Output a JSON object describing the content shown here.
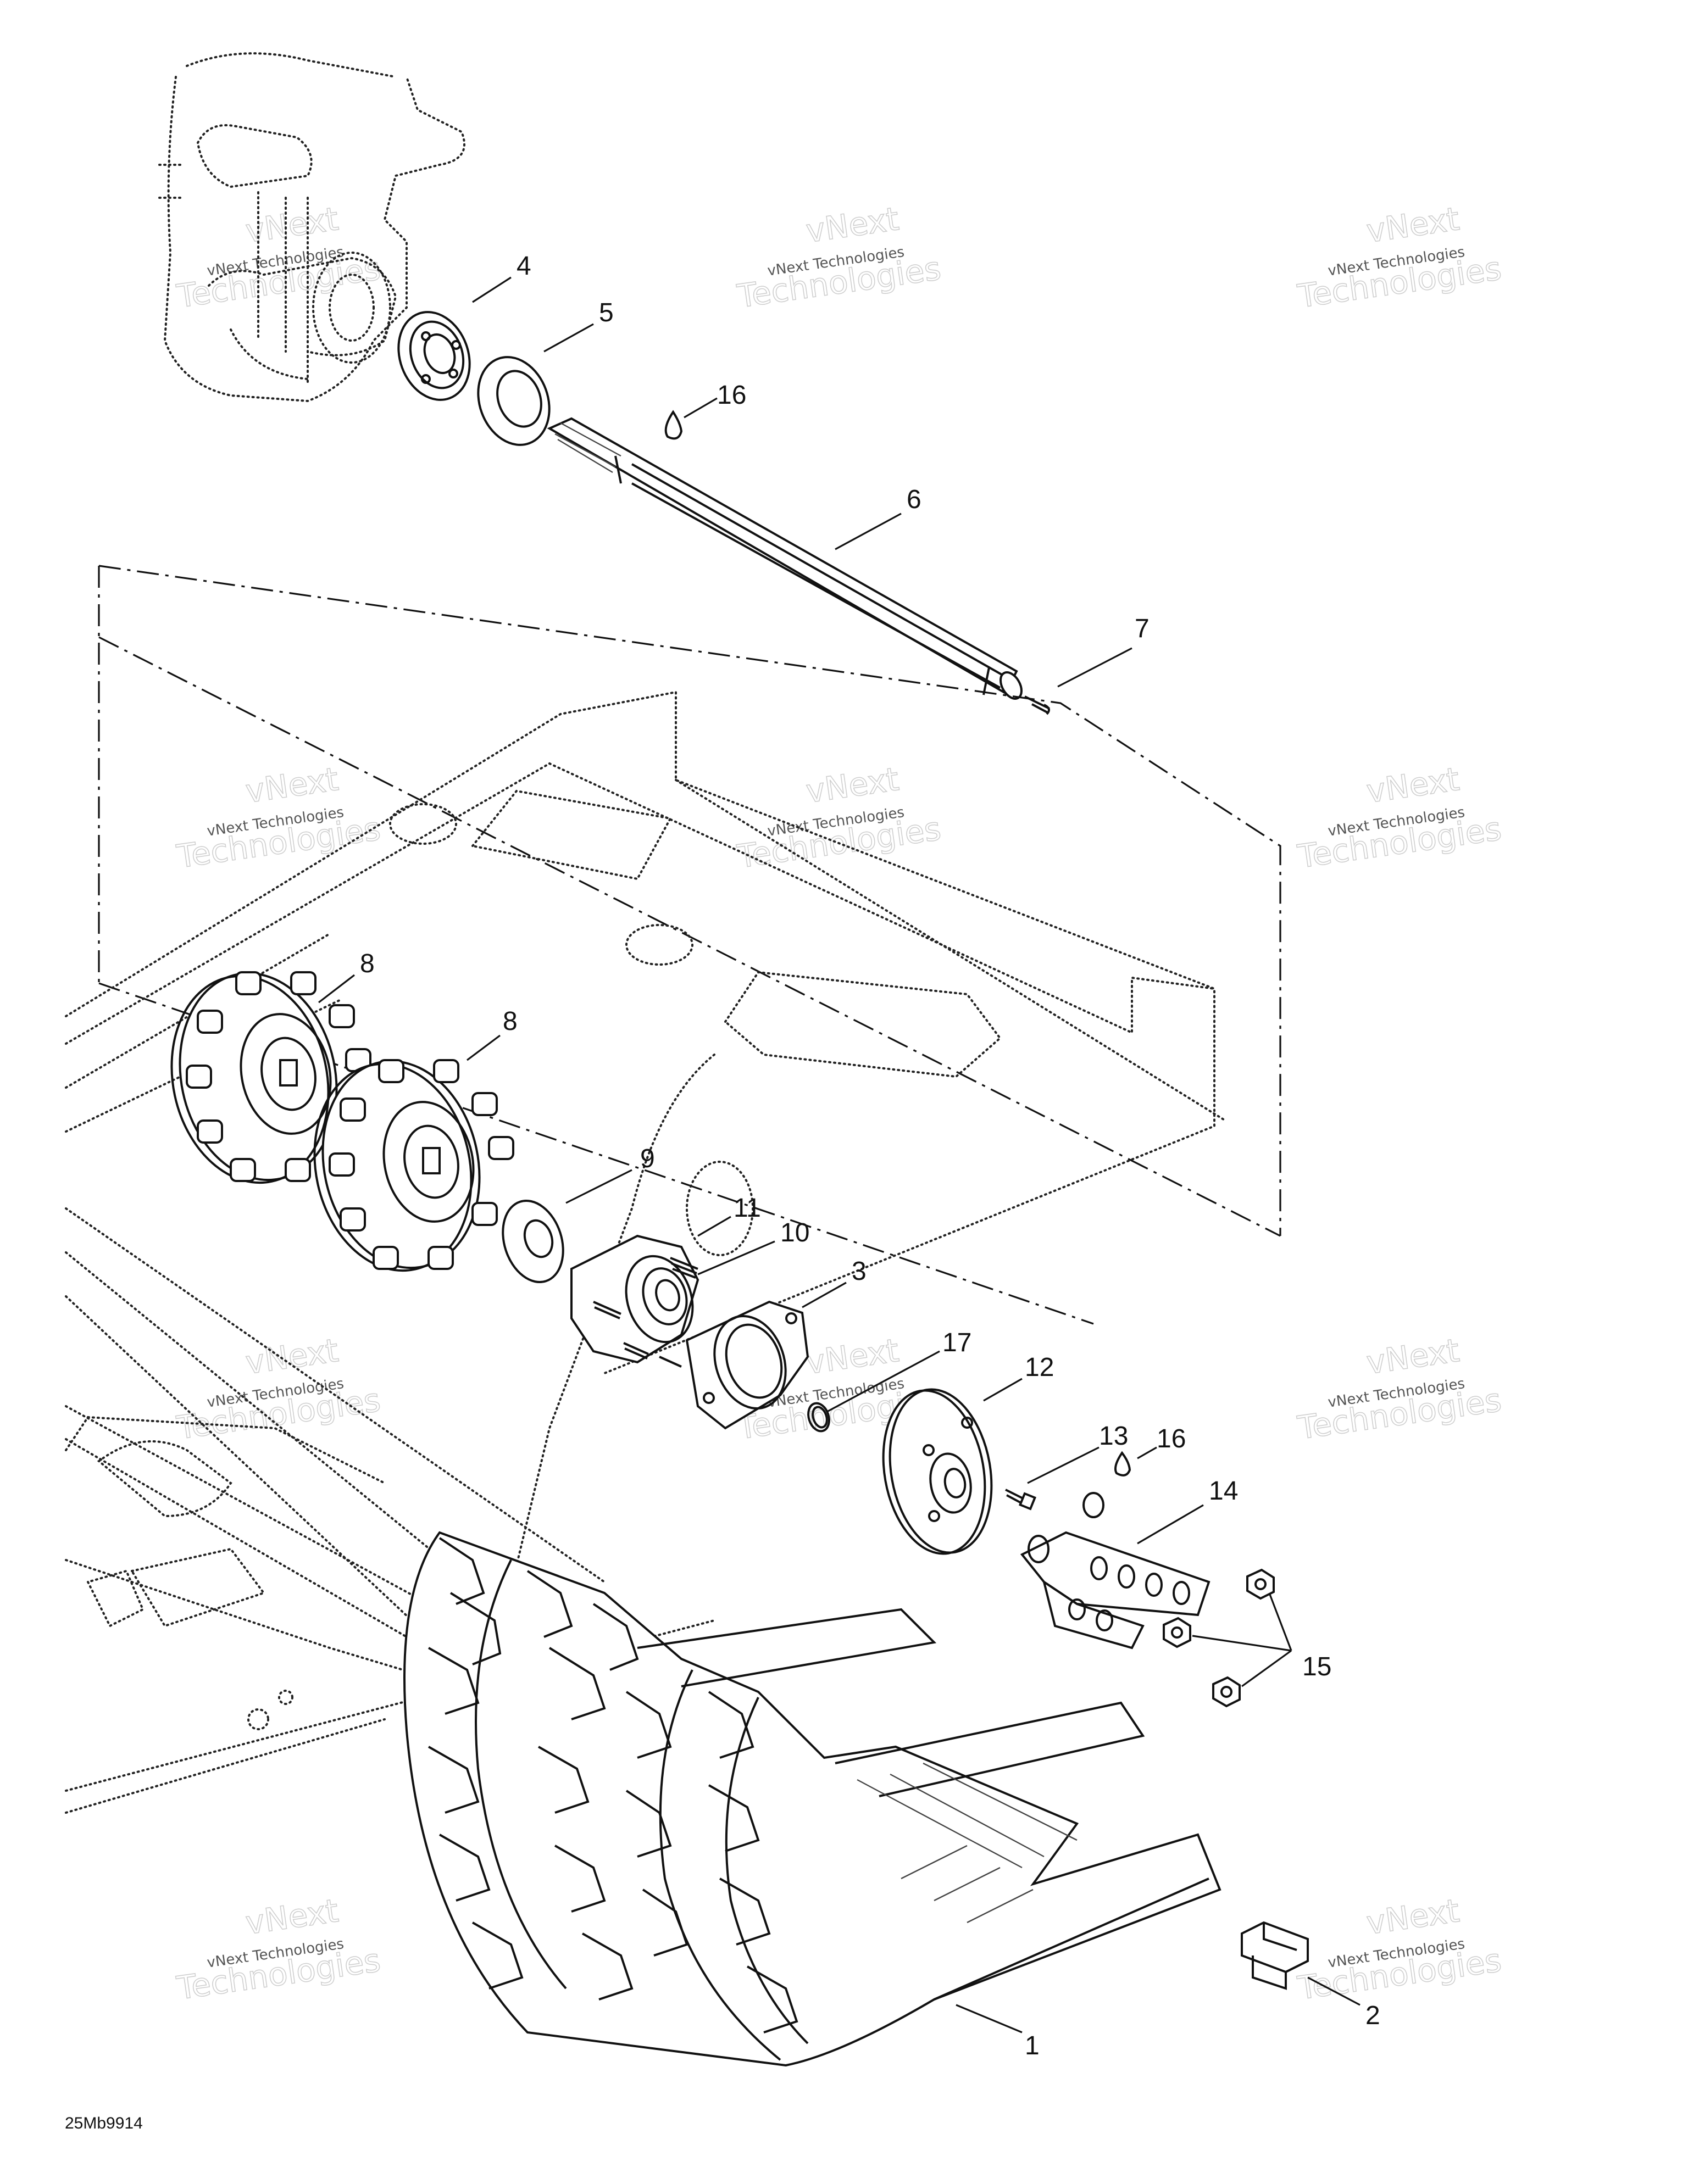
{
  "diagram_code": "25Mb9914",
  "watermark": {
    "line1": "vNext",
    "line2": "vNext Technologies",
    "line3": "Technologies"
  },
  "callouts": {
    "c1": "1",
    "c2": "2",
    "c3": "3",
    "c4": "4",
    "c5": "5",
    "c6": "6",
    "c7": "7",
    "c8a": "8",
    "c8b": "8",
    "c9": "9",
    "c10": "10",
    "c11": "11",
    "c12": "12",
    "c13": "13",
    "c14": "14",
    "c15": "15",
    "c16a": "16",
    "c16b": "16",
    "c17": "17"
  }
}
